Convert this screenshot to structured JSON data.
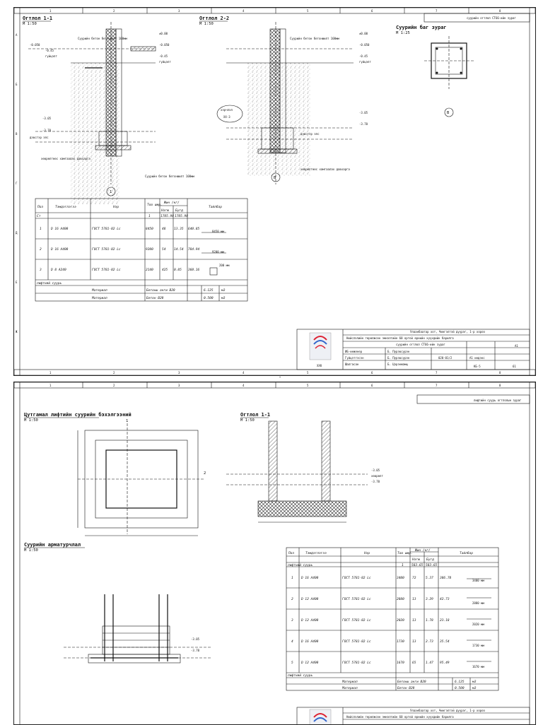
{
  "sheet1": {
    "top_right_label": "суурийн огтлол СТ66-ийн зураг",
    "section_1": {
      "title": "Огтлол 1-1",
      "scale": "М 1:50"
    },
    "section_2": {
      "title": "Огтлол 2-2",
      "scale": "М 1:50"
    },
    "pile_section": {
      "title": "Суурийн баг зураг",
      "scale": "М 1:25"
    },
    "levels": {
      "zero": "±0.00",
      "l050": "-0.050",
      "l045": "-0.45",
      "l305": "-3.05",
      "l370": "-3.70"
    },
    "labels": {
      "gruunt": "гүйцэлт",
      "zoorooloh": "хөврөлтөөс хамгаалах давхарга",
      "beton": "Суурийн бетон бетонжилт 100мм",
      "sand": "дэвсгэр элс",
      "mark_a": "1",
      "mark_b": "В",
      "node": "хэрчлэл",
      "node_id": "ХХ-3"
    },
    "spec_table": {
      "headers": [
        "Поз",
        "Тэмдэглэгээ",
        "Нэр",
        "Тоо шир.",
        "Жин /кг/",
        "Тайлбар"
      ],
      "subheaders": [
        "Нэгж",
        "Бүгд"
      ],
      "rows": [
        [
          "Ст",
          "",
          "",
          "1",
          "1785.98",
          "1785.98",
          ""
        ],
        [
          "1",
          "D 16 A400",
          "ГОСТ 5781-82 Lc",
          "8450",
          "48",
          "13.35",
          "640.85",
          "8450 мм"
        ],
        [
          "2",
          "D 16 A400",
          "ГОСТ 5781-82 Lc",
          "9200",
          "54",
          "14.54",
          "784.94",
          "9200 мм"
        ],
        [
          "3",
          "D 8 A240",
          "ГОСТ 5781-82 Lc",
          "2140",
          "425",
          "0.85",
          "360.16",
          "200 мм"
        ]
      ],
      "footer_title": "лифтний суурь",
      "materials": [
        [
          "Материал",
          "Бетоны анги B20",
          "6.125",
          "м3"
        ],
        [
          "Материал",
          "Бетон B20",
          "0.500",
          "м3"
        ]
      ]
    },
    "title_block": {
      "address": "Улаанбаатар хот, Чингэлтэй дүүрэг, 1-р хороо",
      "project": "Нийслэлийн төрөлжсөн эмнэлгийн 60 ортой өрнийн хүүхдийн барилга",
      "drawing": "суурийн огтлол СТ66-ийн зураг",
      "roles": [
        "ИБ-инженер",
        "Гүйцэтгэсэн",
        "Шалгасан"
      ],
      "names": [
        "Б. Пүрэвсүрэн",
        "Б. Пүрэвсүрэн",
        "Б. Цэрэнжамц"
      ],
      "stage": "А1",
      "sheet": "КБ-5",
      "number": "61",
      "code": "020-01/2",
      "scale": "А1 индэкс",
      "company": "ХХК"
    },
    "columns": [
      "1",
      "2",
      "3",
      "4",
      "5",
      "6",
      "7",
      "8"
    ],
    "rows": [
      "А",
      "Б",
      "В",
      "Г",
      "Д",
      "Е",
      "Ж"
    ]
  },
  "sheet2": {
    "top_right_label": "лифтийн суурь огтлолын зураг",
    "plan": {
      "title": "Цутгамал лифтийн суурийн бэхэлгээний",
      "scale": "М 1:50",
      "cut_1": "1",
      "cut_2": "2"
    },
    "section": {
      "title": "Огтлол 1-1",
      "scale": "М 1:50"
    },
    "rebar": {
      "title": "Суурийн арматурчлал",
      "scale": "М 1:50"
    },
    "levels": {
      "l305": "-3.05",
      "l370": "-3.70",
      "zoor": "хөврөлт"
    },
    "spec_table": {
      "headers": [
        "Поз",
        "Тэмдэглэгээ",
        "Нэр",
        "Тоо шир.",
        "Жин /кг/",
        "Тайлбар"
      ],
      "subheaders": [
        "Нэгж",
        "Бүгд"
      ],
      "group_title": "лифтний суурь",
      "group_row": [
        "1",
        "583.65",
        "583.65"
      ],
      "rows": [
        [
          "1",
          "D 16 A400",
          "ГОСТ 5781-82 Lc",
          "3400",
          "72",
          "5.37",
          "386.78",
          "3400 мм"
        ],
        [
          "2",
          "D 12 A400",
          "ГОСТ 5781-82 Lc",
          "2880",
          "13",
          "3.29",
          "42.73",
          "2880 мм"
        ],
        [
          "3",
          "D 12 A400",
          "ГОСТ 5781-82 Lc",
          "2020",
          "13",
          "1.78",
          "23.18",
          "2020 мм"
        ],
        [
          "4",
          "D 16 A400",
          "ГОСТ 5781-82 Lc",
          "1730",
          "13",
          "2.73",
          "35.54",
          "1730 мм"
        ],
        [
          "5",
          "D 12 A400",
          "ГОСТ 5781-82 Lc",
          "1670",
          "65",
          "1.47",
          "95.49",
          "1670 мм"
        ]
      ],
      "footer_title": "лифтний суурь",
      "materials": [
        [
          "Материал",
          "Бетоны анги B20",
          "6.125",
          "м3"
        ],
        [
          "Материал",
          "Бетон B20",
          "0.500",
          "м3"
        ]
      ]
    },
    "title_block": {
      "address": "Улаанбаатар хот, Чингэлтэй дүүрэг, 1-р хороо",
      "project": "Нийслэлийн төрөлжсөн эмнэлгийн 60 ортой өрнийн хүүхдийн барилга"
    }
  },
  "sheet_separator": "-"
}
